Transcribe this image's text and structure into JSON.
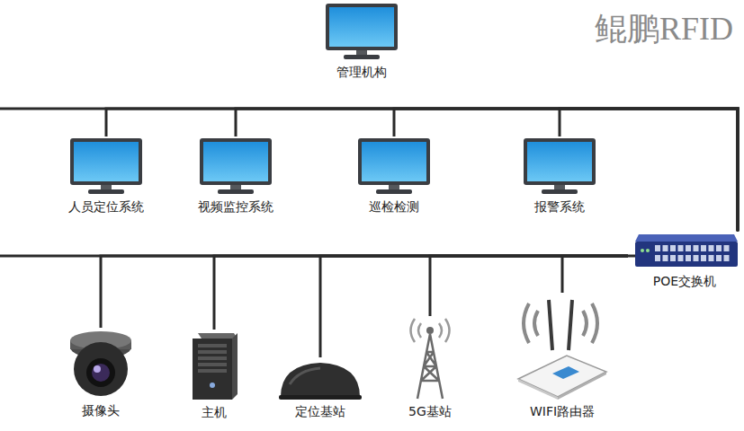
{
  "diagram": {
    "nodes": [
      {
        "text": [
          "管理机构"
        ]
      },
      {
        "text": [
          "人员定位系统"
        ]
      },
      {
        "text": [
          "视频监控系统"
        ]
      },
      {
        "text": [
          "巡检检测"
        ]
      },
      {
        "text": [
          "报警系统"
        ]
      },
      {
        "text": [
          "POE交换机"
        ]
      },
      {
        "text": [
          "摄像头"
        ]
      },
      {
        "text": [
          "主机"
        ]
      },
      {
        "text": [
          "定位基站"
        ]
      },
      {
        "text": [
          "5G基站"
        ]
      },
      {
        "text": [
          "WIFI路由器"
        ]
      }
    ],
    "edges": [
      {
        "from": 1,
        "to": 5,
        "arrow": "none"
      },
      {
        "from": 2,
        "to": 5,
        "arrow": "none"
      },
      {
        "from": 3,
        "to": 5,
        "arrow": "none"
      },
      {
        "from": 4,
        "to": 5,
        "arrow": "none"
      },
      {
        "from": 5,
        "to": 6,
        "arrow": "none"
      },
      {
        "from": 5,
        "to": 7,
        "arrow": "none"
      },
      {
        "from": 5,
        "to": 8,
        "arrow": "none"
      },
      {
        "from": 5,
        "to": 9,
        "arrow": "none"
      },
      {
        "from": 5,
        "to": 10,
        "arrow": "none"
      }
    ],
    "labels": [
      "鲲鹏RFID"
    ]
  }
}
